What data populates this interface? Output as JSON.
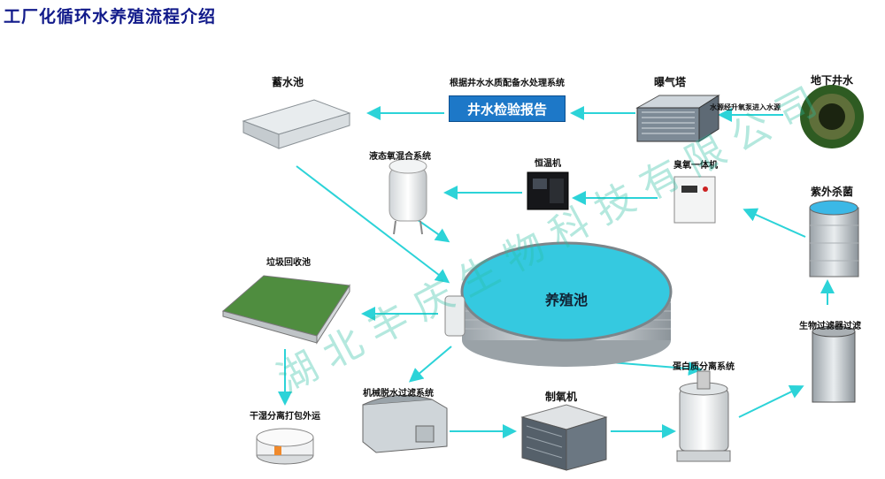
{
  "title": "工厂化循环水养殖流程介绍",
  "colors": {
    "arrow": "#2cd3d8",
    "title": "#111a8a",
    "water": "#35c9e0",
    "report_bg": "#1d78c8"
  },
  "nodes": {
    "reservoir": "蓄水池",
    "treatment_note": "根据井水水质配备水处理系统",
    "report": "井水检验报告",
    "aeration_tower": "曝气塔",
    "tower_note": "水源经升氧泵进入水源",
    "groundwater": "地下井水",
    "oxygen_mixer": "液态氧混合系统",
    "thermostat": "恒温机",
    "ozone_unit": "臭氧一体机",
    "uv_sterilizer": "紫外杀菌",
    "waste_pool": "垃圾回收池",
    "pond": "养殖池",
    "bio_filter": "生物过滤器过滤",
    "protein_skimmer": "蛋白质分离系统",
    "mech_filter": "机械脱水过滤系统",
    "oxygen_generator": "制氧机",
    "dewater": "干湿分离打包外运"
  },
  "watermark": "湖北丰庆生物科技有限公司",
  "icons": [
    "reservoir-icon",
    "report-icon",
    "aeration-tower-icon",
    "well-icon",
    "oxygen-tank-icon",
    "thermostat-icon",
    "ozone-unit-icon",
    "uv-sterilizer-icon",
    "waste-pool-icon",
    "pond-icon",
    "bio-filter-icon",
    "protein-skimmer-icon",
    "mech-filter-icon",
    "oxygen-generator-icon",
    "dewater-icon"
  ]
}
